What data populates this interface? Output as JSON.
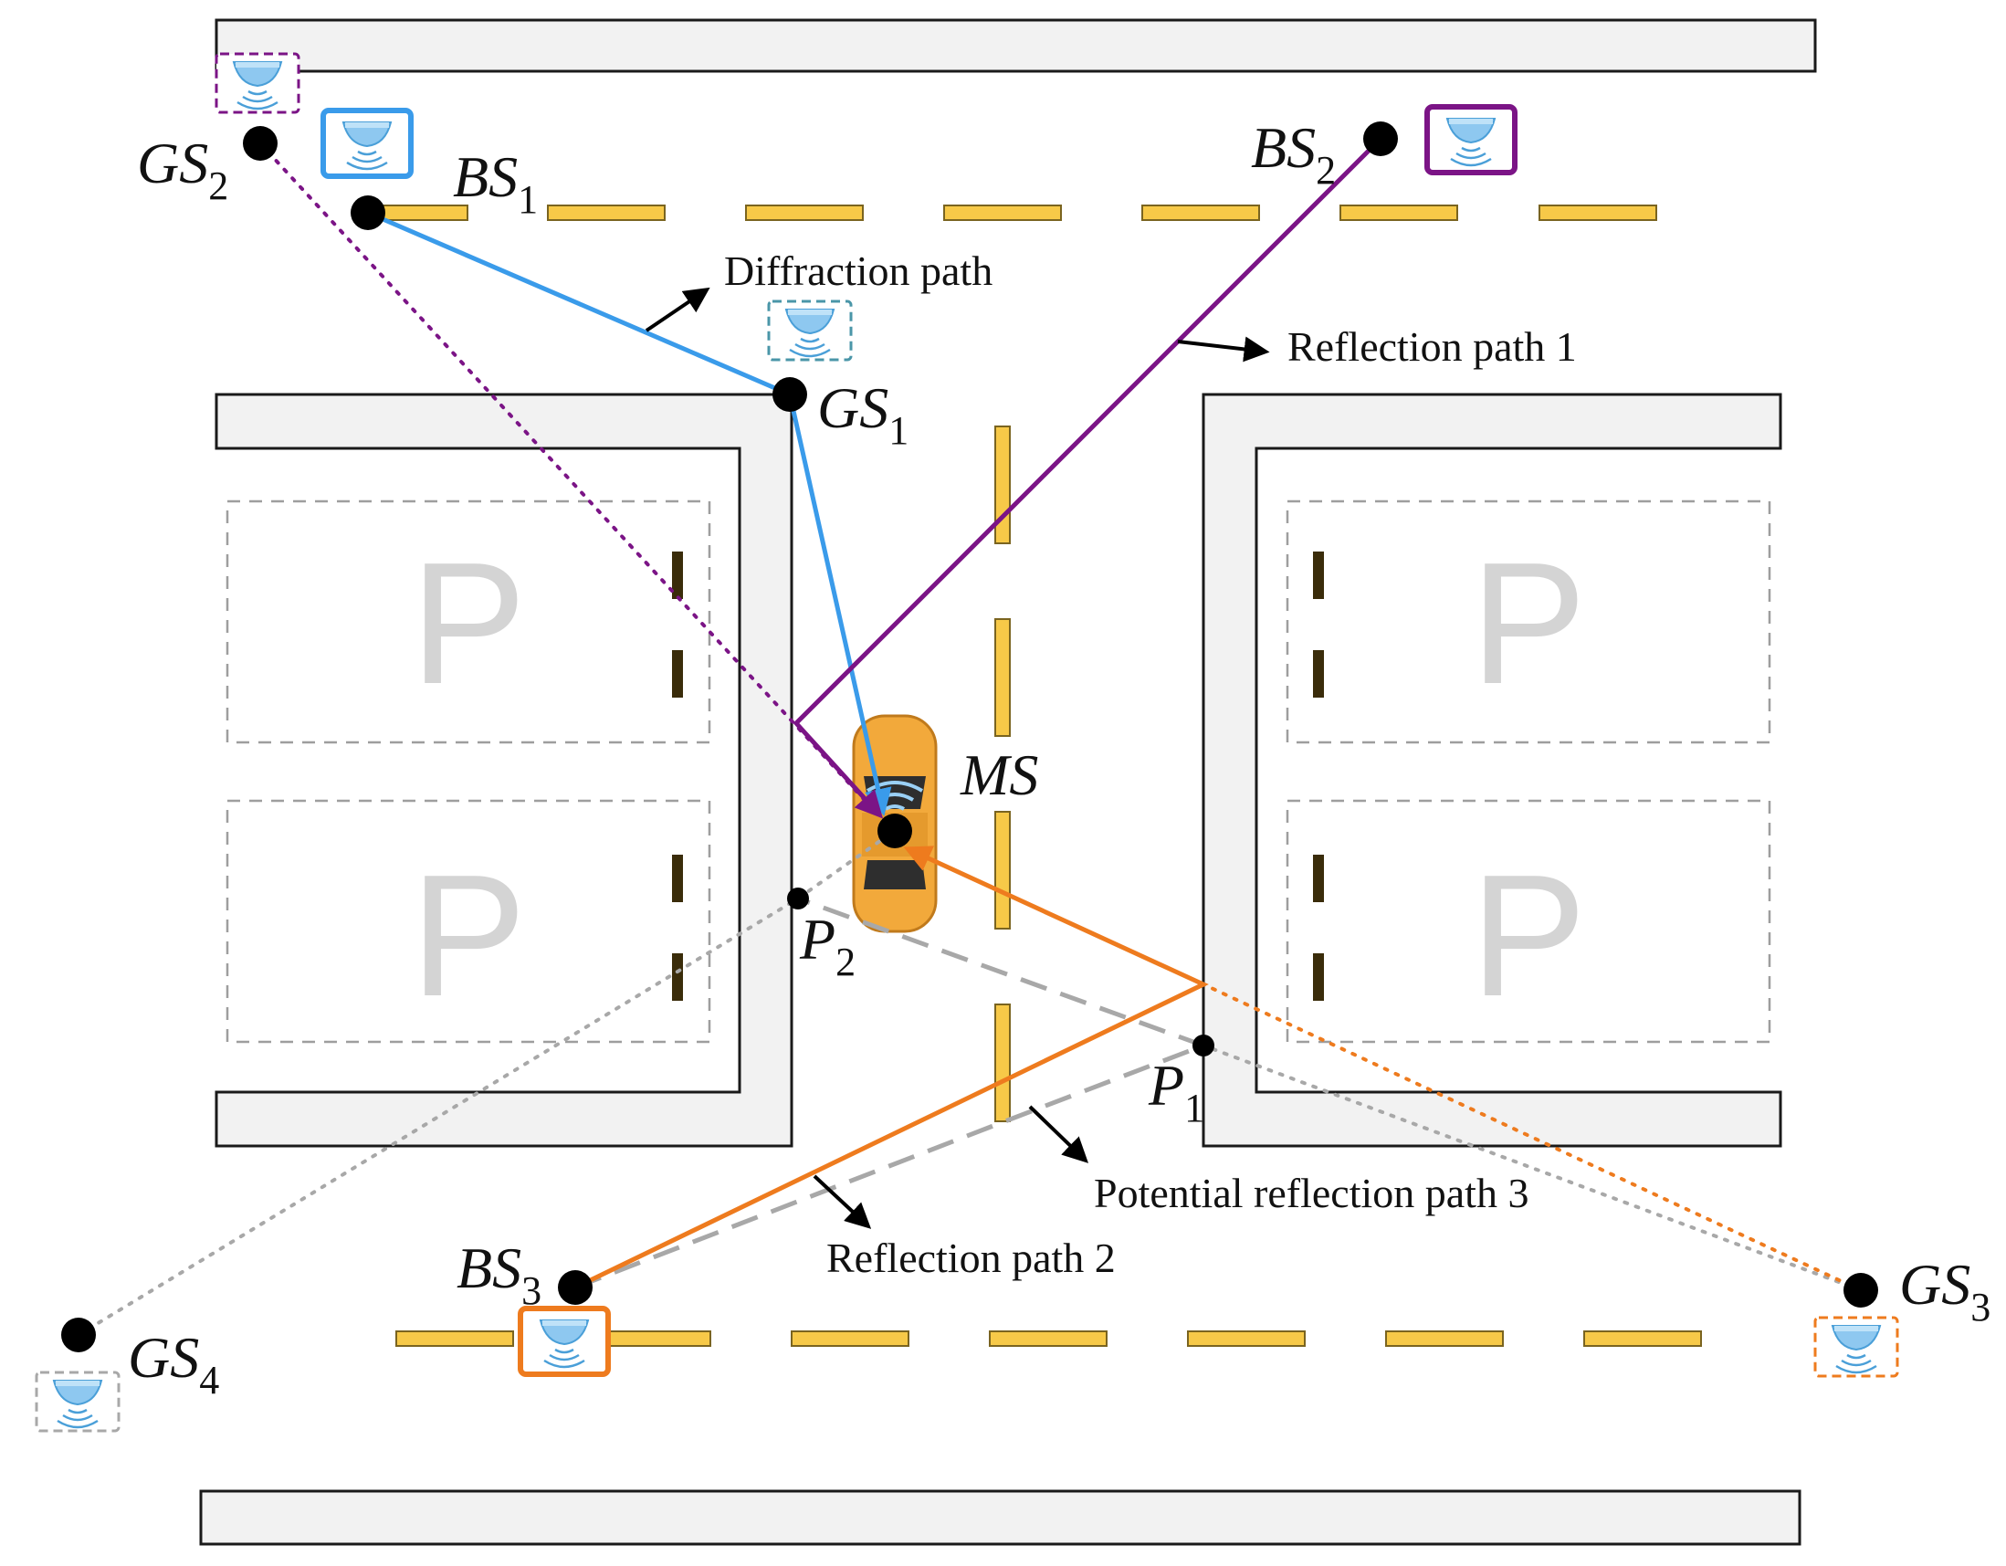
{
  "colors": {
    "bs1_path": "#3a9bea",
    "bs2_path": "#7b1486",
    "bs3_path": "#ee7b1e",
    "potential_path": "#a8a8a8",
    "gs4_path": "#a8a8a8",
    "lane_marking": "#f7c948",
    "car": "#f2a93b",
    "node": "#000000"
  },
  "nodes": {
    "bs1": {
      "label": "BS",
      "sub": "1"
    },
    "bs2": {
      "label": "BS",
      "sub": "2"
    },
    "bs3": {
      "label": "BS",
      "sub": "3"
    },
    "gs1": {
      "label": "GS",
      "sub": "1"
    },
    "gs2": {
      "label": "GS",
      "sub": "2"
    },
    "gs3": {
      "label": "GS",
      "sub": "3"
    },
    "gs4": {
      "label": "GS",
      "sub": "4"
    },
    "ms": {
      "label": "MS"
    },
    "p1": {
      "label": "P",
      "sub": "1"
    },
    "p2": {
      "label": "P",
      "sub": "2"
    }
  },
  "annotations": {
    "diffraction": "Diffraction path",
    "reflection1": "Reflection path 1",
    "reflection2": "Reflection path 2",
    "potential3": "Potential reflection path 3"
  },
  "parking": {
    "symbol": "P"
  },
  "icons": {
    "station": "ceiling-antenna-icon",
    "vehicle": "car-icon"
  }
}
